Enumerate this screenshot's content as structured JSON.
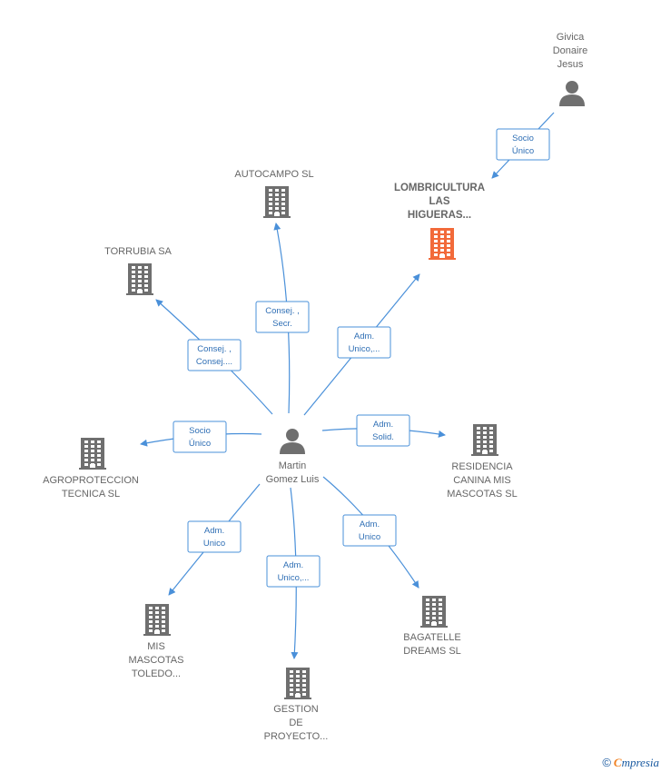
{
  "colors": {
    "building": "#6f6f6f",
    "highlight": "#f26a3a",
    "person": "#6f6f6f",
    "edge": "#4a90d9"
  },
  "nodes": [
    {
      "id": "martin",
      "kind": "person",
      "label": [
        "Martin",
        "Gomez Luis"
      ]
    },
    {
      "id": "givica",
      "kind": "person",
      "label": [
        "Givica",
        "Donaire",
        "Jesus"
      ]
    },
    {
      "id": "lombricultura",
      "kind": "building",
      "highlight": true,
      "label": [
        "LOMBRICULTURA",
        "LAS",
        "HIGUERAS..."
      ]
    },
    {
      "id": "autocampo",
      "kind": "building",
      "label": [
        "AUTOCAMPO SL"
      ]
    },
    {
      "id": "torrubia",
      "kind": "building",
      "label": [
        "TORRUBIA SA"
      ]
    },
    {
      "id": "agroproteccion",
      "kind": "building",
      "label": [
        "AGROPROTECCION",
        "TECNICA  SL"
      ]
    },
    {
      "id": "residencia",
      "kind": "building",
      "label": [
        "RESIDENCIA",
        "CANINA MIS",
        "MASCOTAS  SL"
      ]
    },
    {
      "id": "mismascotas",
      "kind": "building",
      "label": [
        "MIS",
        "MASCOTAS",
        "TOLEDO..."
      ]
    },
    {
      "id": "gestion",
      "kind": "building",
      "label": [
        "GESTION",
        "DE",
        "PROYECTO..."
      ]
    },
    {
      "id": "bagatelle",
      "kind": "building",
      "label": [
        "BAGATELLE",
        "DREAMS  SL"
      ]
    }
  ],
  "edges": [
    {
      "from": "givica",
      "to": "lombricultura",
      "label": [
        "Socio",
        "Único"
      ]
    },
    {
      "from": "martin",
      "to": "lombricultura",
      "label": [
        "Adm.",
        "Unico,..."
      ]
    },
    {
      "from": "martin",
      "to": "autocampo",
      "label": [
        "Consej. ,",
        "Secr."
      ]
    },
    {
      "from": "martin",
      "to": "torrubia",
      "label": [
        "Consej. ,",
        "Consej...."
      ]
    },
    {
      "from": "martin",
      "to": "agroproteccion",
      "label": [
        "Socio",
        "Único"
      ]
    },
    {
      "from": "martin",
      "to": "residencia",
      "label": [
        "Adm.",
        "Solid."
      ]
    },
    {
      "from": "martin",
      "to": "mismascotas",
      "label": [
        "Adm.",
        "Unico"
      ]
    },
    {
      "from": "martin",
      "to": "gestion",
      "label": [
        "Adm.",
        "Unico,..."
      ]
    },
    {
      "from": "martin",
      "to": "bagatelle",
      "label": [
        "Adm.",
        "Unico"
      ]
    }
  ],
  "footer": {
    "copyright": "©",
    "brand_initial": "C",
    "brand_rest": "mpresia"
  }
}
